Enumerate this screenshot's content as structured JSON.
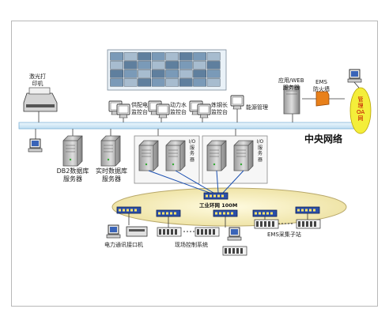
{
  "labels": {
    "laser_printer": [
      "激光打",
      "印机"
    ],
    "app_web_server": [
      "应用/WEB",
      "服务器"
    ],
    "ems_firewall": [
      "EMS",
      "防火墙"
    ],
    "mgmt_oa": [
      "管",
      "理",
      "OA",
      "网"
    ],
    "central_network": "中央网络",
    "db2_server": [
      "DB2数据库",
      "服务器"
    ],
    "realtime_db_server": [
      "实时数据库",
      "服务器"
    ],
    "console_power": [
      "供配电",
      "监控台"
    ],
    "console_steam": [
      "动力水",
      "监控台"
    ],
    "console_steel": [
      "炼钢长",
      "监控台"
    ],
    "energy_mgmt": "能源管理",
    "io_server_1": [
      "I/O",
      "服",
      "务",
      "器"
    ],
    "io_server_2": [
      "I/O",
      "服",
      "务",
      "器"
    ],
    "industrial_ring": "工业环网 100M",
    "comm_interface": "电力通讯接口机",
    "field_control": "现场控制系统",
    "ems_substation": "EMS采集子站"
  },
  "colors": {
    "network_bar": "#d8ecf8",
    "ring": "#f8f2c8",
    "oa_cloud": "#f4ee3a",
    "firewall": "#e8801a",
    "links": "#1a4fb0",
    "switch": "#1d3f9a"
  }
}
